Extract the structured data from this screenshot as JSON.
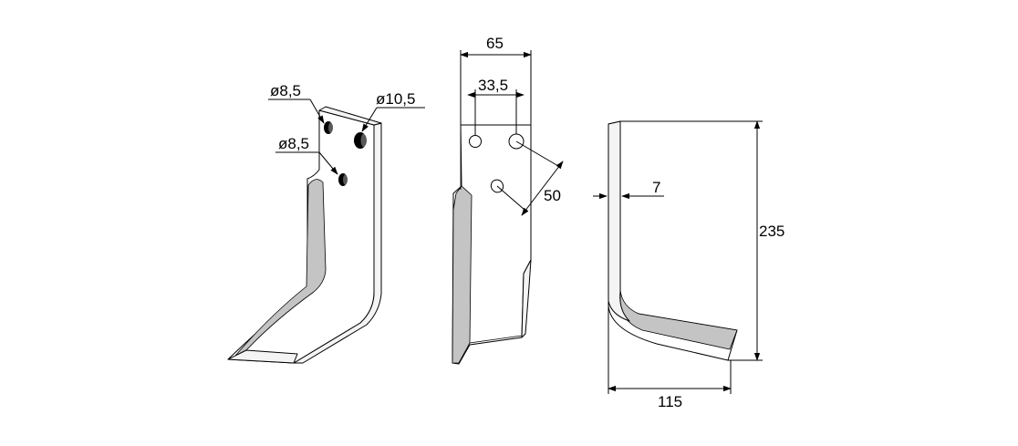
{
  "dimensions": {
    "hole_top_left": "ø8,5",
    "hole_top_right": "ø10,5",
    "hole_lower": "ø8,5",
    "overall_width": "65",
    "hole_spacing": "33,5",
    "hole_diagonal": "50",
    "thickness": "7",
    "height": "235",
    "depth": "115"
  }
}
